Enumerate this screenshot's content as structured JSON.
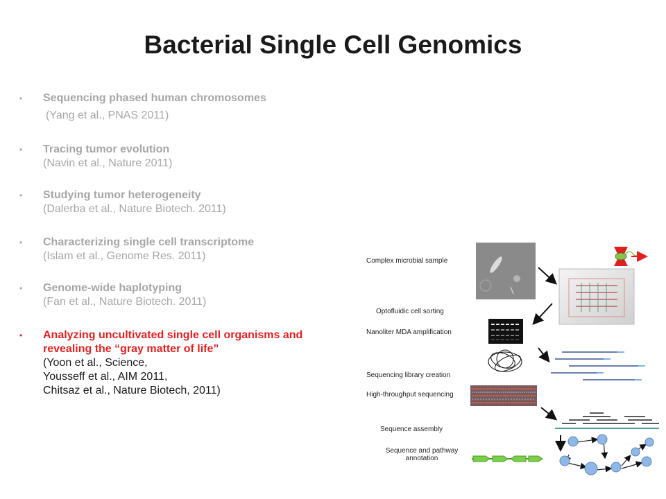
{
  "title": "Bacterial Single Cell Genomics",
  "bullets": [
    {
      "head": "Sequencing phased human chromosomes",
      "cite": "(Yang et al., PNAS 2011)"
    },
    {
      "head": "Tracing tumor evolution",
      "cite": "(Navin et al., Nature 2011)"
    },
    {
      "head": "Studying tumor heterogeneity",
      "cite": "(Dalerba et al., Nature Biotech. 2011)"
    },
    {
      "head": "Characterizing single cell transcriptome",
      "cite": "(Islam et al., Genome Res. 2011)"
    },
    {
      "head": "Genome-wide haplotyping",
      "cite": "(Fan et al., Nature Biotech. 2011)"
    },
    {
      "head_line1": "Analyzing uncultivated single cell organisms  and",
      "head_line2": "revealing  the “gray matter of life”",
      "cite_line1": "(Yoon et al., Science,",
      "cite_line2": "Yousseff  et al., AIM 2011,",
      "cite_line3": "Chitsaz et al., Nature Biotech, 2011)"
    }
  ],
  "figure": {
    "steps": [
      "Complex microbial sample",
      "Optofluidic cell sorting",
      "Nanoliter MDA amplification",
      "Sequencing library creation",
      "High-throughput sequencing",
      "Sequence assembly",
      "Sequence and pathway",
      "annotation"
    ]
  },
  "colors": {
    "highlight": "#e02020",
    "gray_text": "#a6a6a6",
    "node": "#8fb8e6",
    "gene": "#7ad04a"
  }
}
